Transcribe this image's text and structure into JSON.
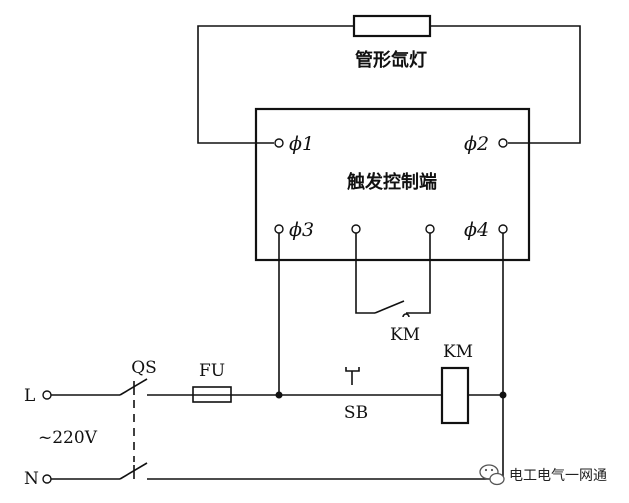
{
  "diagram": {
    "lamp_label": "管形氙灯",
    "controller_label": "触发控制端",
    "pins": {
      "p1": "ϕ1",
      "p2": "ϕ2",
      "p3": "ϕ3",
      "p4": "ϕ4"
    },
    "contact_label": "KM",
    "coil_label": "KM",
    "switch_label": "QS",
    "fuse_label": "FU",
    "button_label": "SB",
    "line_label": "L",
    "neutral_label": "N",
    "voltage_label": "~220V"
  },
  "watermark": {
    "text": "电工电气一网通"
  }
}
